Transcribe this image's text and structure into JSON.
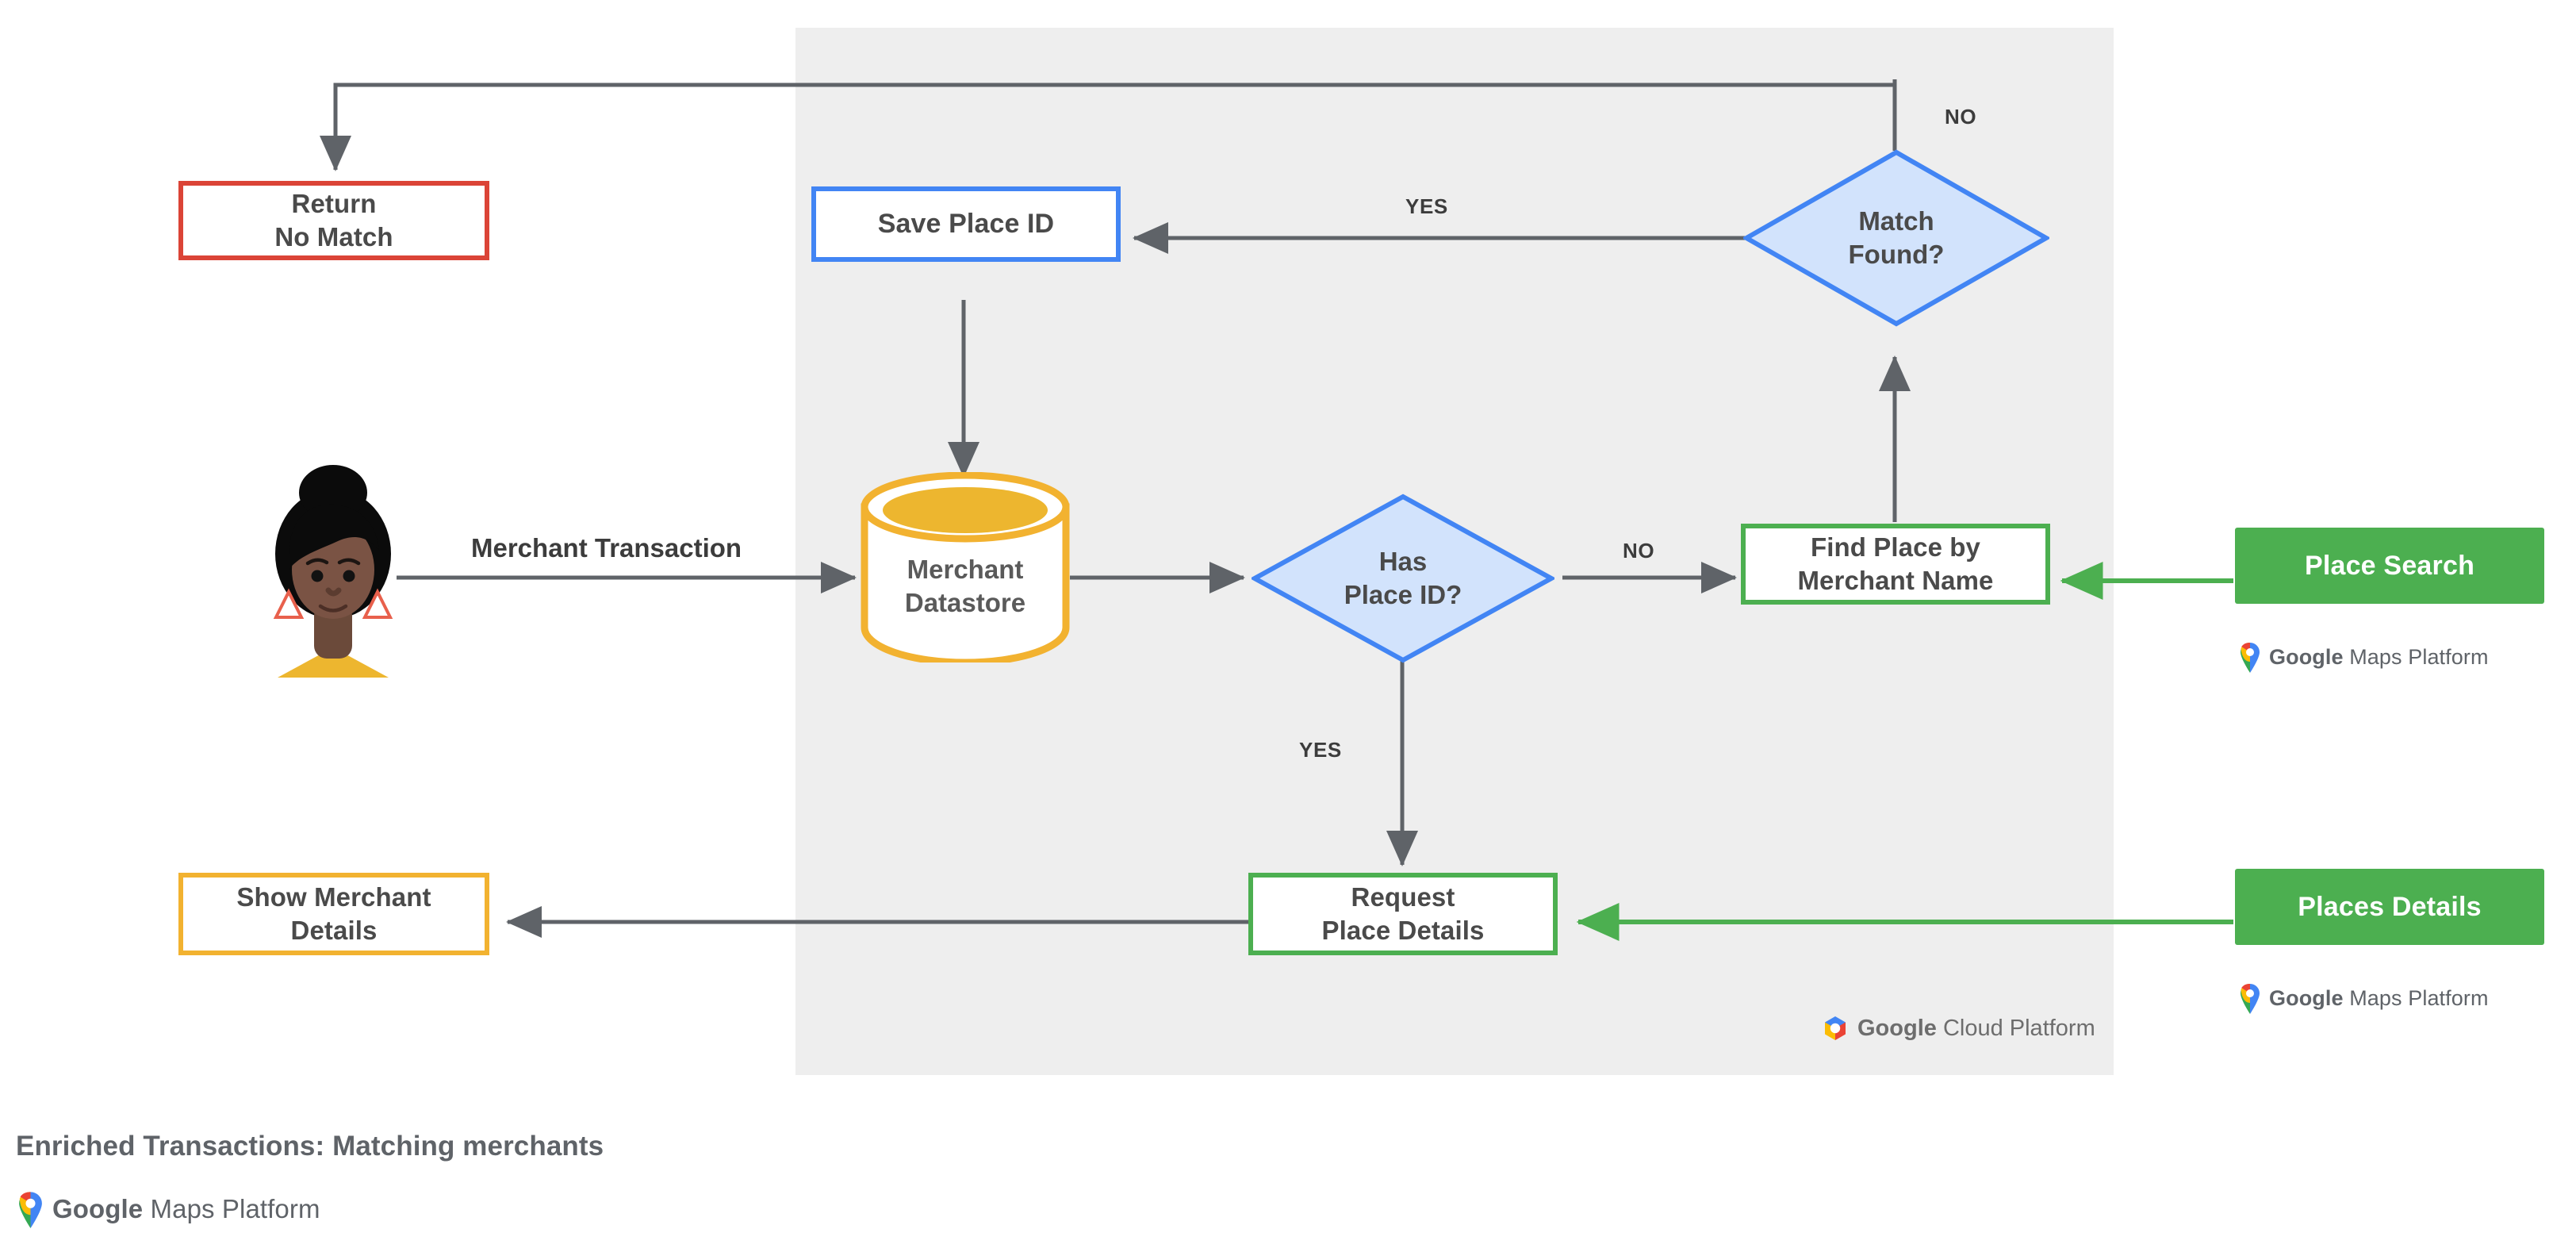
{
  "diagram": {
    "caption": "Enriched Transactions: Matching merchants",
    "panel_label": "Google Cloud Platform",
    "brand_label": "Google Maps Platform",
    "colors": {
      "panel_bg": "#eeeeee",
      "red": "#DB4437",
      "blue": "#4285F4",
      "blue_fill": "#D2E3FC",
      "green": "#4CAF50",
      "yellow": "#F2B230",
      "yellow_fill": "#EDB62F",
      "arrow": "#5f6368",
      "text": "#4a4a4a"
    }
  },
  "nodes": {
    "return_no_match": {
      "label": "Return\nNo Match",
      "shape": "rectangle",
      "color": "red"
    },
    "save_place_id": {
      "label": "Save Place ID",
      "shape": "rectangle",
      "color": "blue"
    },
    "match_found": {
      "label": "Match\nFound?",
      "shape": "diamond",
      "color": "blue"
    },
    "merchant_datastore": {
      "label": "Merchant\nDatastore",
      "shape": "cylinder",
      "color": "yellow"
    },
    "has_place_id": {
      "label": "Has\nPlace ID?",
      "shape": "diamond",
      "color": "blue"
    },
    "find_place_by_merchant_name": {
      "label": "Find Place by\nMerchant Name",
      "shape": "rectangle",
      "color": "green"
    },
    "request_place_details": {
      "label": "Request\nPlace Details",
      "shape": "rectangle",
      "color": "green"
    },
    "show_merchant_details": {
      "label": "Show Merchant\nDetails",
      "shape": "rectangle",
      "color": "yellow"
    },
    "place_search": {
      "label": "Place Search",
      "shape": "chip",
      "color": "green"
    },
    "places_details": {
      "label": "Places Details",
      "shape": "chip",
      "color": "green"
    },
    "customer": {
      "label": "customer-avatar",
      "shape": "illustration"
    }
  },
  "edge_labels": {
    "merchant_transaction": "Merchant Transaction",
    "has_place_id_no": "NO",
    "has_place_id_yes": "YES",
    "match_found_yes": "YES",
    "match_found_no": "NO"
  },
  "icons": {
    "maps_pin": "google-maps-pin-icon",
    "cloud_hex": "google-cloud-hexagon-icon"
  }
}
